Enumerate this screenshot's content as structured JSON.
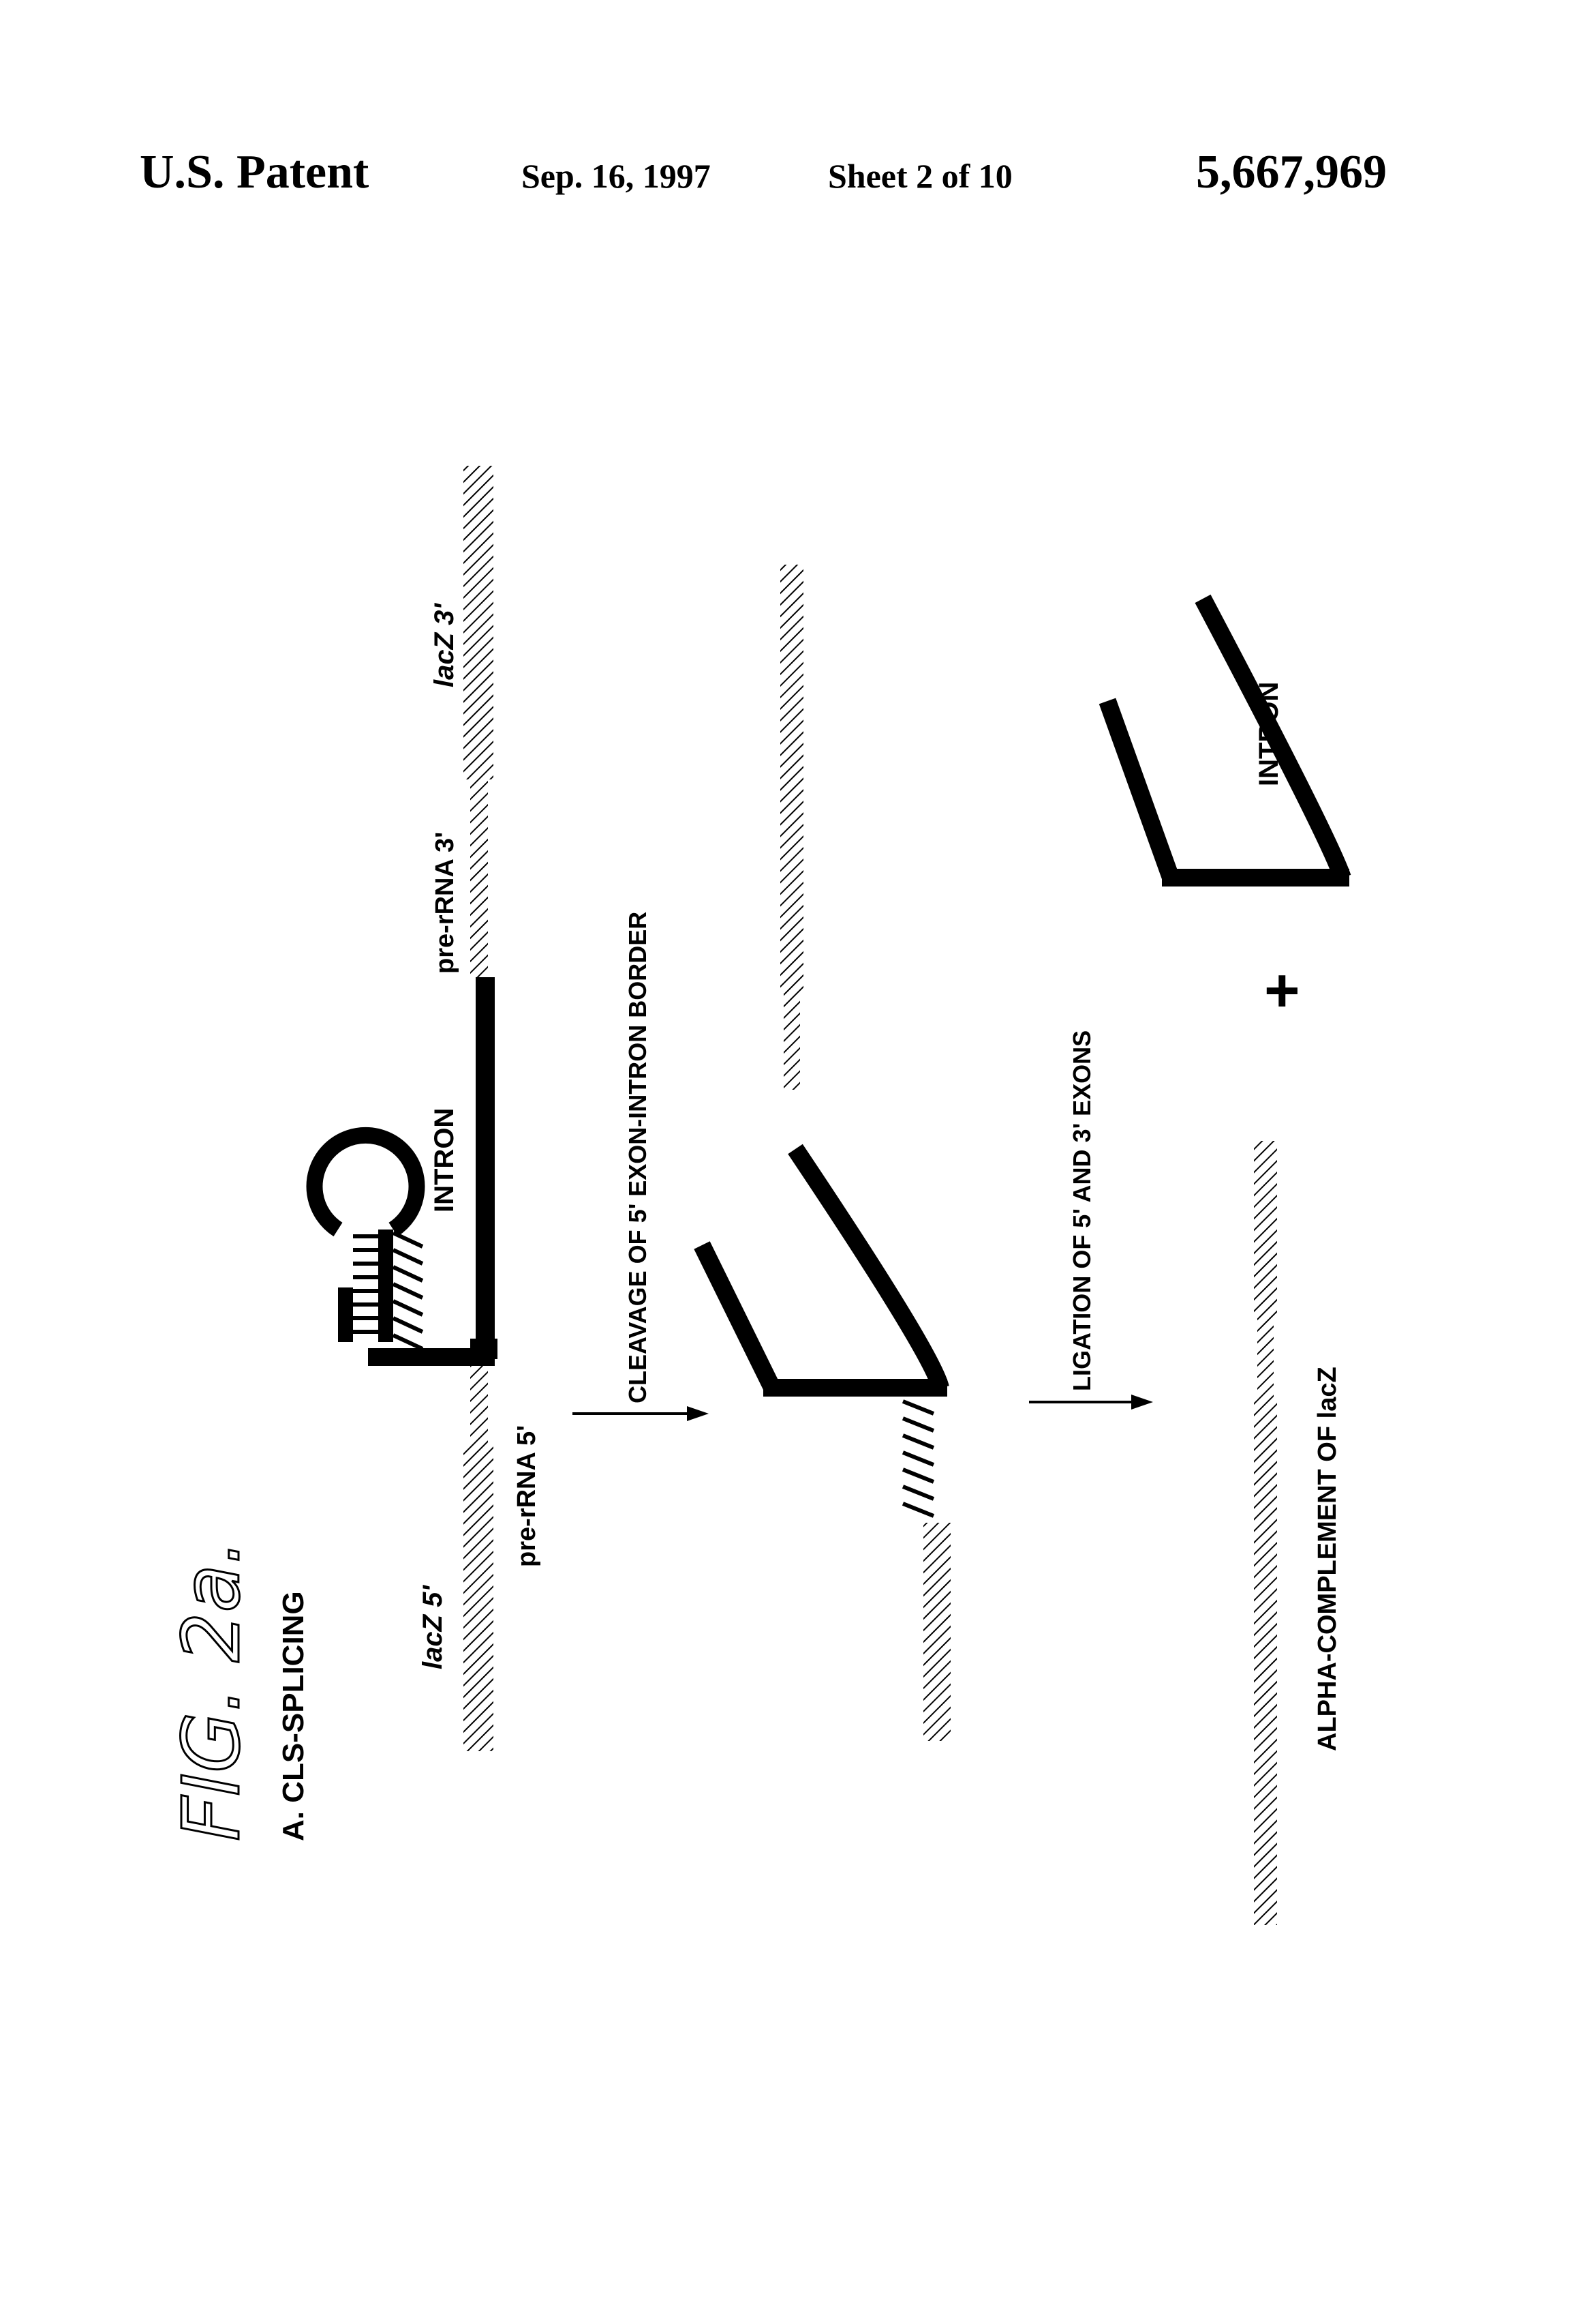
{
  "header": {
    "left": "U.S. Patent",
    "date": "Sep. 16, 1997",
    "sheet": "Sheet 2 of 10",
    "patent_number": "5,667,969"
  },
  "figure": {
    "label": "FIG. 2a.",
    "panel": "A.  CLS-SPLICING"
  },
  "labels": {
    "lacz5": "lacZ 5'",
    "prerna5": "pre-rRNA 5'",
    "intron_top": "INTRON",
    "prerna3": "pre-rRNA 3'",
    "lacz3": "lacZ 3'",
    "step1": "CLEAVAGE OF 5' EXON-INTRON BORDER",
    "step2": "LIGATION OF 5' AND 3' EXONS",
    "intron_bottom": "INTRON",
    "plus": "+",
    "product": "ALPHA-COMPLEMENT OF lacZ"
  },
  "colors": {
    "ink": "#000000",
    "paper": "#ffffff"
  }
}
